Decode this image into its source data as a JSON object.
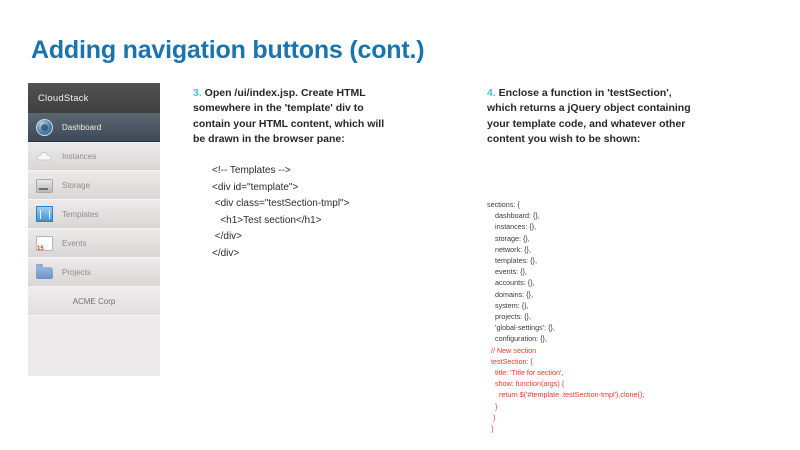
{
  "slide": {
    "title": "Adding navigation buttons (cont.)",
    "title_color": "#1b74ad",
    "accent_step_color": "#4cc0e0",
    "code_highlight_color": "#e8392b"
  },
  "sidebar": {
    "brand": "CloudStack",
    "items": [
      {
        "label": "Dashboard",
        "icon": "dashboard-globe-icon",
        "selected": true
      },
      {
        "label": "Instances",
        "icon": "cloud-icon",
        "selected": false
      },
      {
        "label": "Storage",
        "icon": "storage-drive-icon",
        "selected": false
      },
      {
        "label": "Templates",
        "icon": "templates-document-icon",
        "selected": false
      },
      {
        "label": "Events",
        "icon": "calendar-icon",
        "selected": false
      },
      {
        "label": "Projects",
        "icon": "folder-icon",
        "selected": false
      }
    ],
    "calendar_day": "15",
    "account": "ACME Corp"
  },
  "column2": {
    "step_number": "3.",
    "instruction": " Open /ui/index.jsp. Create HTML somewhere in the 'template' div to contain your HTML content, which will be drawn in the browser pane:",
    "code": "<!-- Templates -->\n<div id=\"template\">\n <div class=\"testSection-tmpl\">\n   <h1>Test section</h1>\n </div>\n</div>"
  },
  "column3": {
    "step_number": "4.",
    "instruction": " Enclose a function in 'testSection', which returns a jQuery object\ncontaining your template code, and whatever other content you wish to\nbe shown:",
    "code_plain": "sections: {\n    dashboard: {},\n    instances: {},\n    storage: {},\n    network: {},\n    templates: {},\n    events: {},\n    accounts: {},\n    domains: {},\n    system: {},\n    projects: {},\n    'global-settings': {},\n    configuration: {},\n",
    "code_red": "  // New section\n  testSection: {\n    title: 'Title for section',\n    show: function(args) {\n      return $('#template .testSection-tmpl').clone();\n    }\n   }\n  }"
  }
}
